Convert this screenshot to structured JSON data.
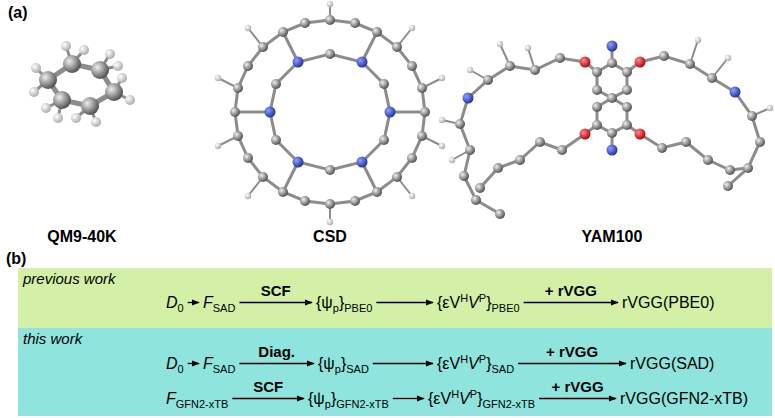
{
  "diagram": {
    "nodes": [
      {
        "text": [
          "previous work"
        ]
      },
      {
        "text": [
          "D",
          "0"
        ],
        "in": 0
      },
      {
        "text": [
          "F",
          "SAD"
        ],
        "in": 0
      },
      {
        "text": [
          "{ψ",
          "p",
          "}",
          "PBE0"
        ],
        "in": 0
      },
      {
        "text": [
          "{εV",
          "H",
          "V",
          "P",
          "}",
          "PBE0"
        ],
        "in": 0
      },
      {
        "text": [
          "rVGG(PBE0)"
        ],
        "in": 0
      },
      {
        "text": [
          "this work"
        ]
      },
      {
        "text": [
          "D",
          "0"
        ],
        "in": 6
      },
      {
        "text": [
          "F",
          "SAD"
        ],
        "in": 6
      },
      {
        "text": [
          "{ψ",
          "p",
          "}",
          "SAD"
        ],
        "in": 6
      },
      {
        "text": [
          "{εV",
          "H",
          "V",
          "P",
          "}",
          "SAD"
        ],
        "in": 6
      },
      {
        "text": [
          "rVGG(SAD)"
        ],
        "in": 6
      },
      {
        "text": [
          "F",
          "GFN2-xTB"
        ],
        "in": 6
      },
      {
        "text": [
          "{ψ",
          "p",
          "}",
          "GFN2-xTB"
        ],
        "in": 6
      },
      {
        "text": [
          "{εV",
          "H",
          "V",
          "P",
          "}",
          "GFN2-xTB"
        ],
        "in": 6
      },
      {
        "text": [
          "rVGG(GFN2-xTB)"
        ],
        "in": 6
      }
    ],
    "edges": [
      {
        "from": 1,
        "to": 2,
        "arrow": "to"
      },
      {
        "from": 2,
        "to": 3,
        "label": "SCF",
        "arrow": "to"
      },
      {
        "from": 3,
        "to": 4,
        "arrow": "to"
      },
      {
        "from": 4,
        "to": 5,
        "label": "+ rVGG",
        "arrow": "to"
      },
      {
        "from": 7,
        "to": 8,
        "arrow": "to"
      },
      {
        "from": 8,
        "to": 9,
        "label": "Diag.",
        "arrow": "to"
      },
      {
        "from": 9,
        "to": 10,
        "arrow": "to"
      },
      {
        "from": 10,
        "to": 11,
        "label": "+ rVGG",
        "arrow": "to"
      },
      {
        "from": 12,
        "to": 13,
        "label": "SCF",
        "arrow": "to"
      },
      {
        "from": 13,
        "to": 14,
        "arrow": "to"
      },
      {
        "from": 14,
        "to": 15,
        "label": "+ rVGG",
        "arrow": "to"
      }
    ],
    "labels": [
      "(a)",
      "(b)",
      "QM9-40K",
      "CSD",
      "YAM100"
    ]
  }
}
